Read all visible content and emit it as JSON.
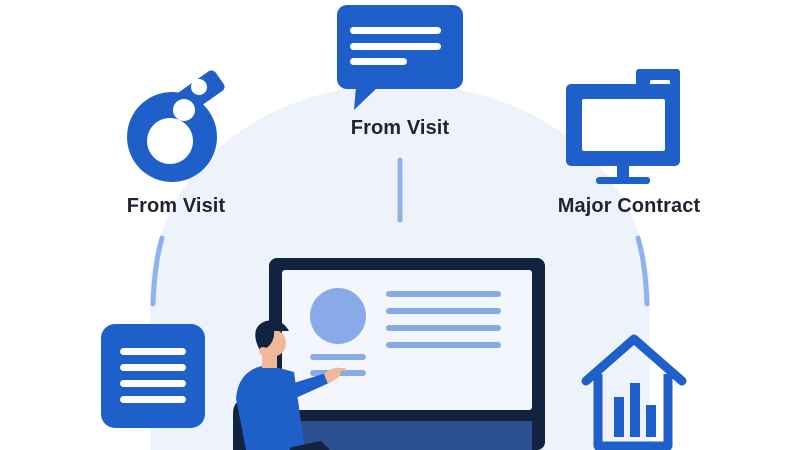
{
  "labels": {
    "top": "From Visit",
    "left": "From Visit",
    "right": "Major Contract"
  },
  "icons": {
    "top": "chat-bubble-icon",
    "left": "ring-tag-icon",
    "right": "folder-monitor-icon",
    "bottom_left": "document-list-icon",
    "bottom_right": "house-chart-icon",
    "center": "person-at-monitor-illustration"
  },
  "colors": {
    "accent": "#1f5fc9",
    "background_arc": "#eef3fb",
    "connector": "#8fb2ea",
    "monitor_frame": "#12233f",
    "screen": "#f3f6fd",
    "screen_line": "#88abe8",
    "text": "#1f2430"
  }
}
